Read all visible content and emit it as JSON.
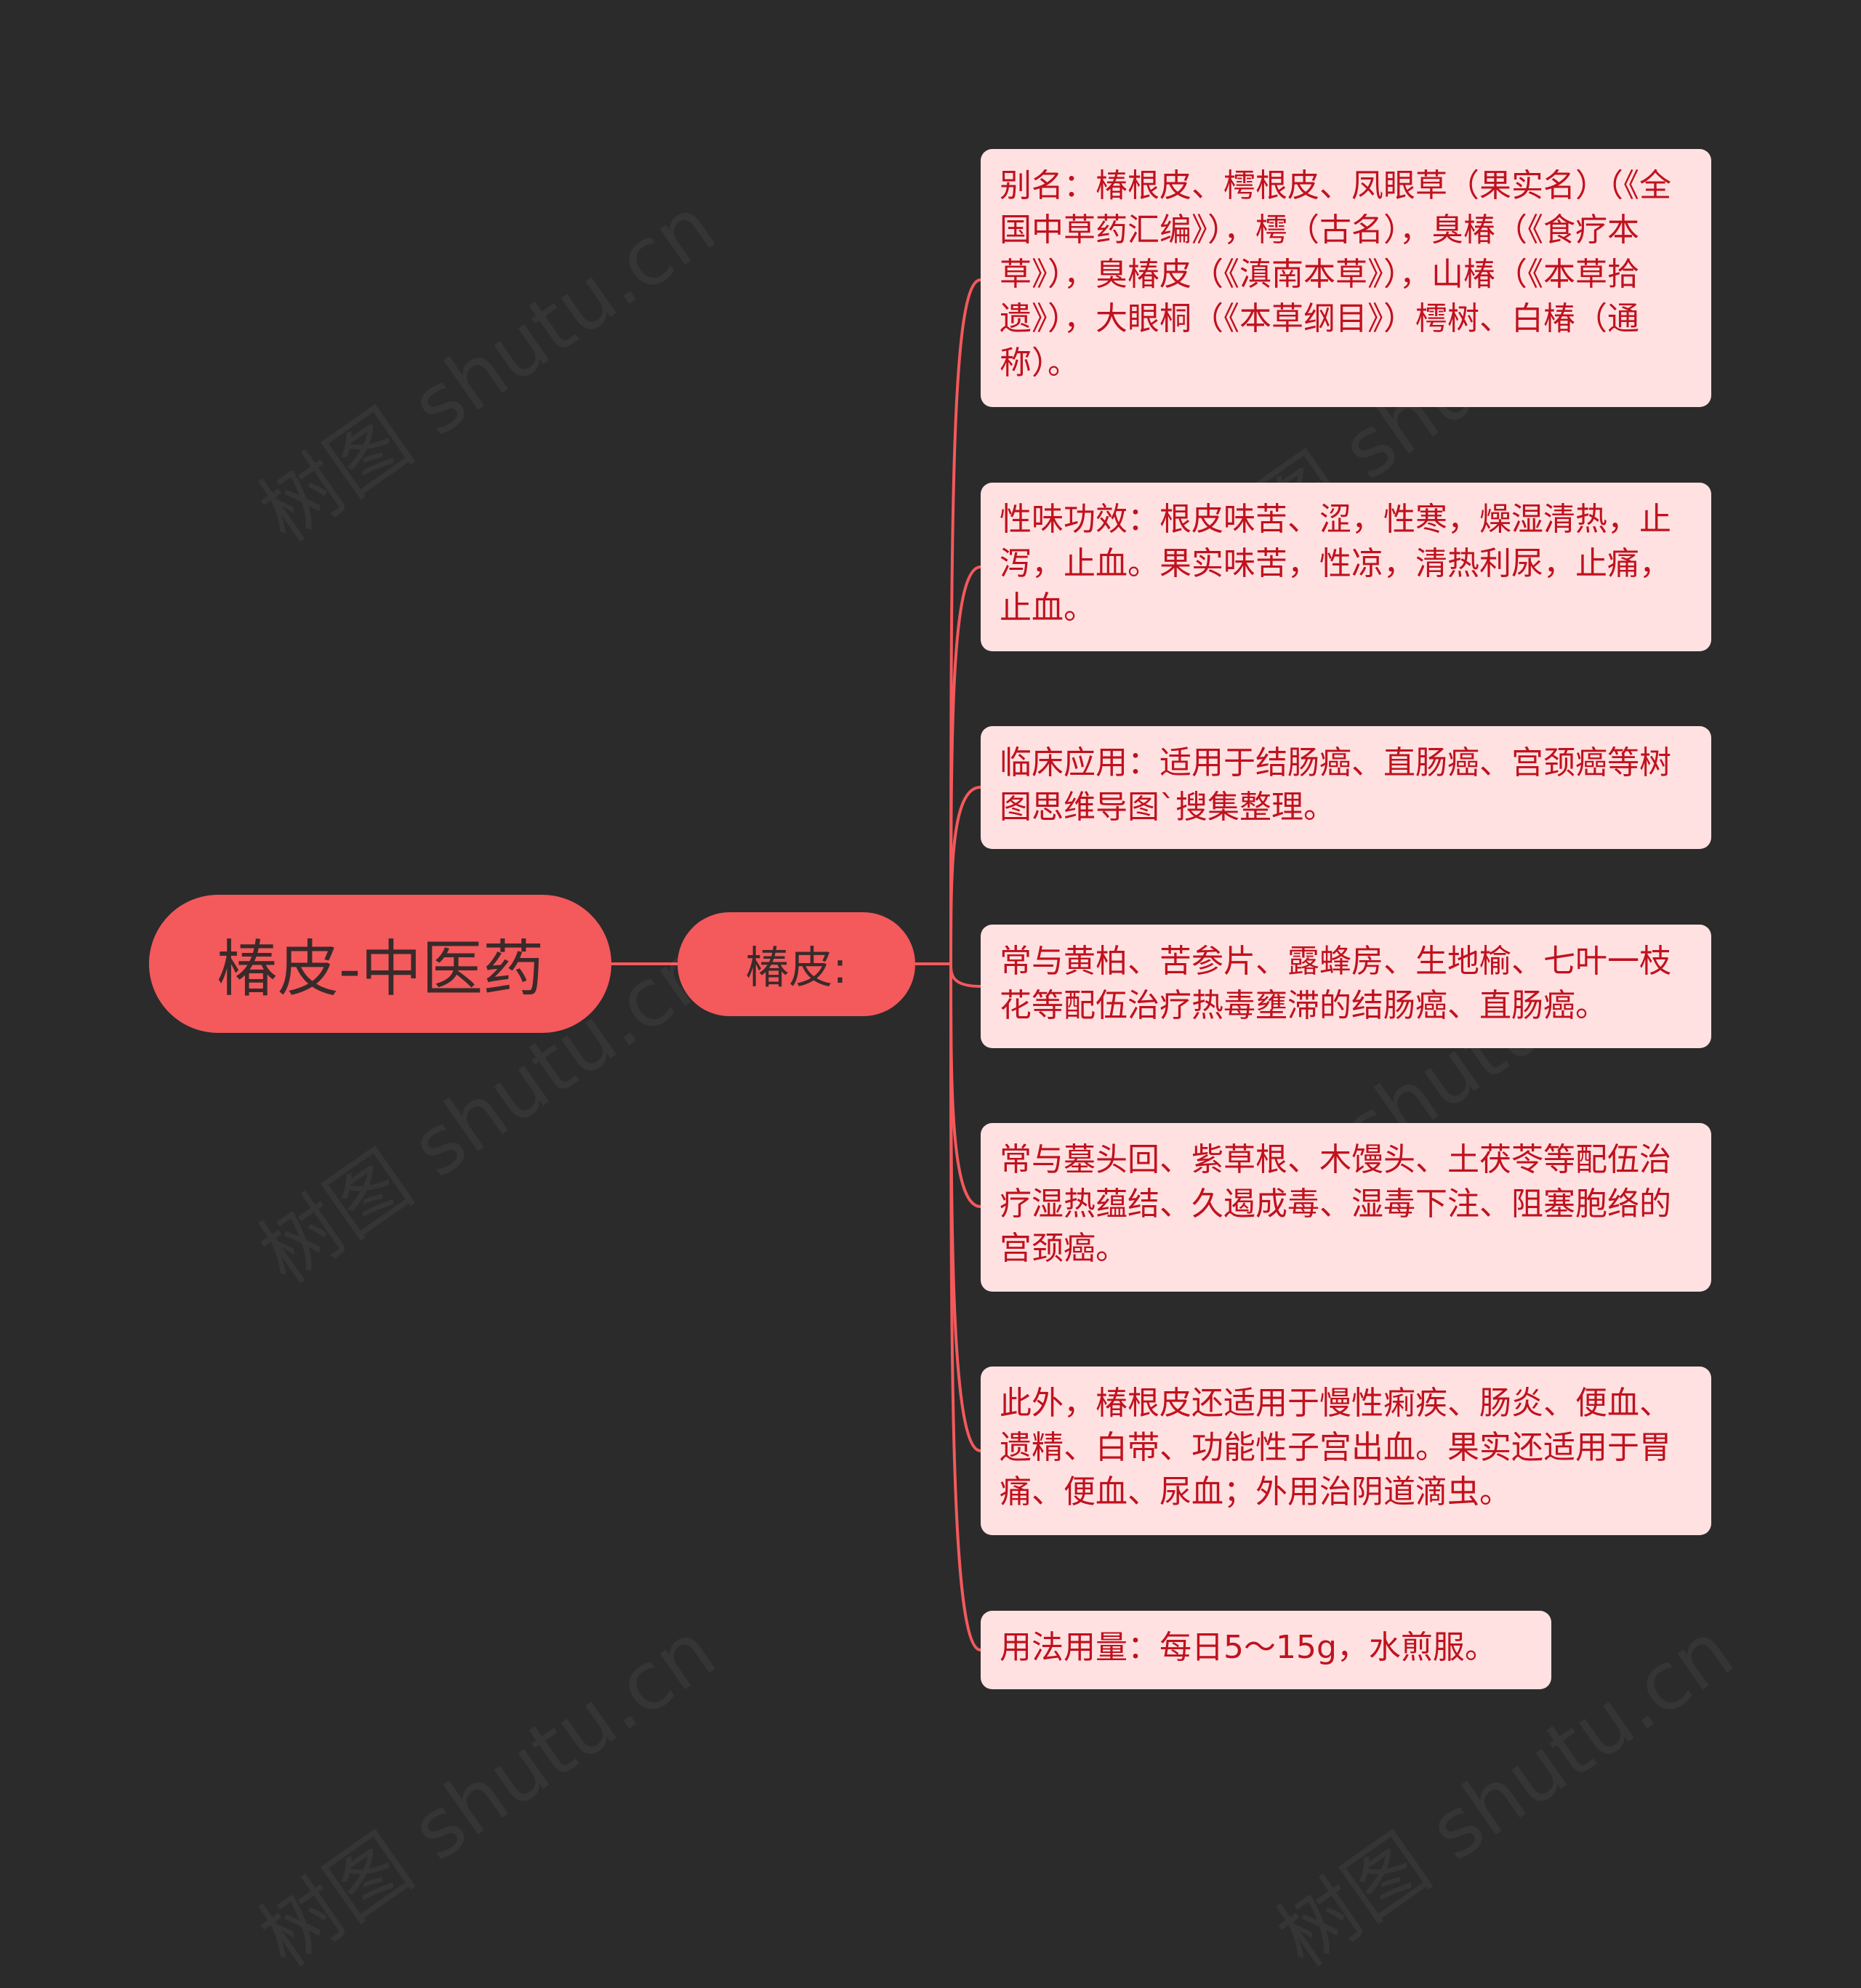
{
  "mindmap": {
    "root": "椿皮-中医药",
    "branch": "椿皮:",
    "leaves": [
      "别名：椿根皮、樗根皮、凤眼草（果实名）（《全国中草药汇编》），樗（古名），臭椿（《食疗本草》），臭椿皮（《滇南本草》），山椿（《本草拾遗》），大眼桐（《本草纲目》）樗树、白椿（通称）。",
      "性味功效：根皮味苦、涩，性寒，燥湿清热，止泻，止血。果实味苦，性凉，清热利尿，止痛，止血。",
      "临床应用：适用于结肠癌、直肠癌、宫颈癌等树图思维导图`搜集整理。",
      "常与黄柏、苦参片、露蜂房、生地榆、七叶一枝花等配伍治疗热毒壅滞的结肠癌、直肠癌。",
      "常与墓头回、紫草根、木馒头、土茯苓等配伍治疗湿热蕴结、久遏成毒、湿毒下注、阻塞胞络的宫颈癌。",
      "此外，椿根皮还适用于慢性痢疾、肠炎、便血、遗精、白带、功能性子宫出血。果实还适用于胃痛、便血、尿血；外用治阴道滴虫。",
      "用法用量：每日5～15g，水煎服。"
    ]
  },
  "watermark": "树图 shutu.cn",
  "colors": {
    "background": "#2b2b2b",
    "node_fill": "#f4595c",
    "connector": "#f4595c",
    "leaf_fill": "#ffe1e2",
    "leaf_text": "#c0121e",
    "node_text": "#3a2a2a"
  }
}
